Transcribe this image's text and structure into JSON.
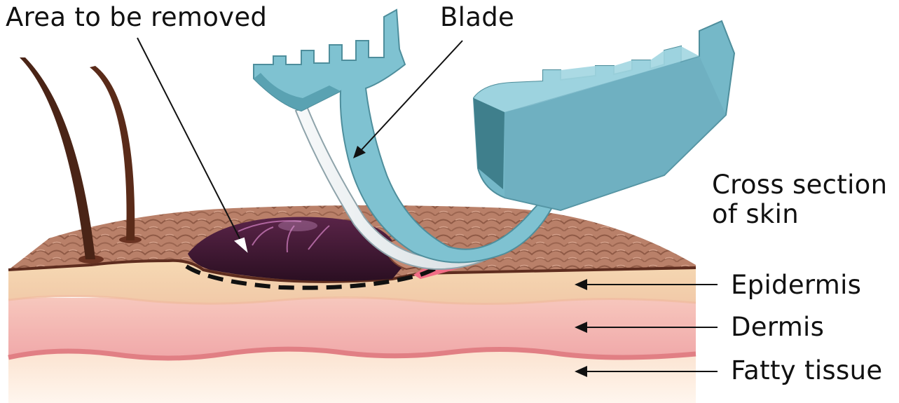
{
  "labels": {
    "area_to_be_removed": "Area to be removed",
    "blade": "Blade",
    "cross_section_line1": "Cross section",
    "cross_section_line2": "of skin",
    "epidermis": "Epidermis",
    "dermis": "Dermis",
    "fatty_tissue": "Fatty tissue"
  },
  "colors": {
    "skin_surface": "#b07a62",
    "epidermis": "#f3d2ad",
    "dermis": "#f2b5b0",
    "fatty_tissue": "#fbe3cf",
    "dermis_border": "#e58487",
    "lesion": "#3b1630",
    "hair": "#4a2416",
    "blade_handle": "#7fc2d1",
    "blade_handle_dark": "#4e8e9c",
    "blade_metal": "#e9eef0"
  }
}
